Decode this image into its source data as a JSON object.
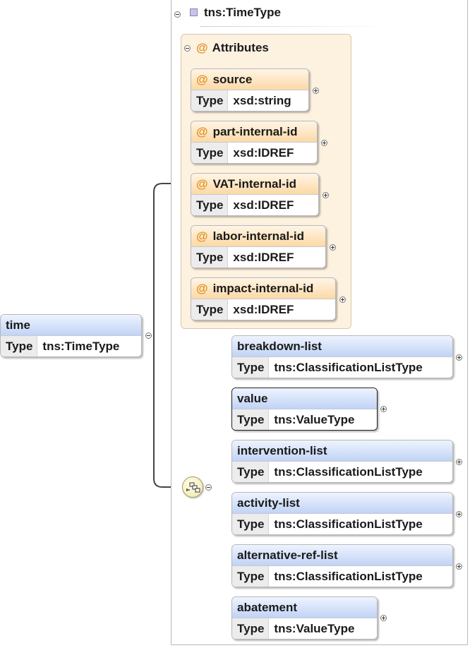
{
  "complex_type": {
    "name": "tns:TimeType"
  },
  "attributes_group": {
    "title": "Attributes",
    "items": [
      {
        "name": "source",
        "type_label": "Type",
        "type": "xsd:string"
      },
      {
        "name": "part-internal-id",
        "type_label": "Type",
        "type": "xsd:IDREF"
      },
      {
        "name": "VAT-internal-id",
        "type_label": "Type",
        "type": "xsd:IDREF"
      },
      {
        "name": "labor-internal-id",
        "type_label": "Type",
        "type": "xsd:IDREF"
      },
      {
        "name": "impact-internal-id",
        "type_label": "Type",
        "type": "xsd:IDREF"
      }
    ]
  },
  "root_element": {
    "name": "time",
    "type_label": "Type",
    "type": "tns:TimeType"
  },
  "sequence_elements": [
    {
      "name": "breakdown-list",
      "type_label": "Type",
      "type": "tns:ClassificationListType"
    },
    {
      "name": "value",
      "type_label": "Type",
      "type": "tns:ValueType",
      "selected": true
    },
    {
      "name": "intervention-list",
      "type_label": "Type",
      "type": "tns:ClassificationListType"
    },
    {
      "name": "activity-list",
      "type_label": "Type",
      "type": "tns:ClassificationListType"
    },
    {
      "name": "alternative-ref-list",
      "type_label": "Type",
      "type": "tns:ClassificationListType"
    },
    {
      "name": "abatement",
      "type_label": "Type",
      "type": "tns:ValueType"
    }
  ],
  "icons": {
    "attribute": "at-sign-icon",
    "complex_type": "purple-square-icon",
    "sequence": "sequence-compositor-icon",
    "collapse": "minus-circle-icon",
    "expand": "plus-circle-icon"
  },
  "colors": {
    "attribute_accent": "#e0901e",
    "attribute_group_bg": "#fdf1e0",
    "element_header": "#c1d3f5",
    "sequence_fill": "#efe7a8"
  }
}
